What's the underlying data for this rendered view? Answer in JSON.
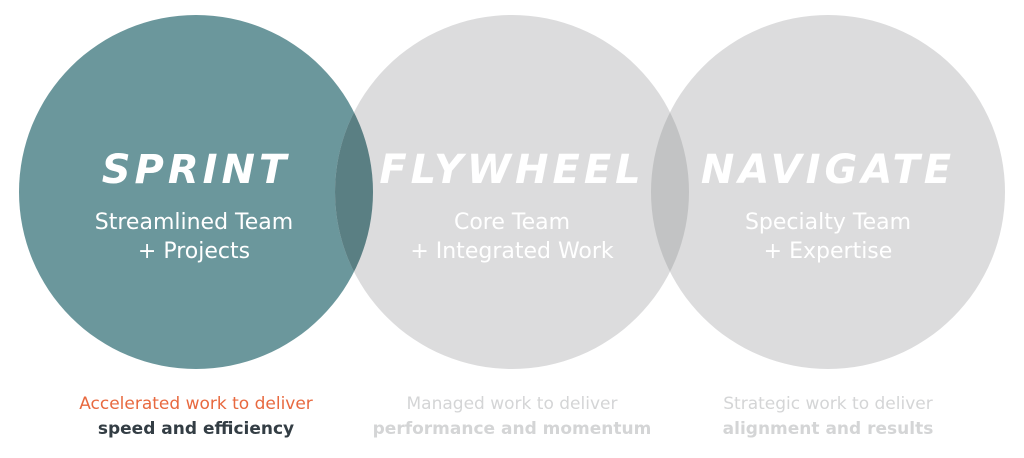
{
  "colors": {
    "sprint_fill": "#6b979c",
    "inactive_fill": "#dcdcdd",
    "overlap_active": "#5a7f83",
    "overlap_inactive": "#c2c3c4",
    "circle_text": "#ffffff",
    "sprint_caption_line1": "#e8693f",
    "sprint_caption_line2": "#333d44",
    "inactive_caption": "#d4d5d6"
  },
  "circles": [
    {
      "title": "SPRINT",
      "subtitle_line1": "Streamlined Team",
      "subtitle_line2": "+ Projects",
      "caption_line1": "Accelerated work to deliver",
      "caption_line2": "speed and efficiency",
      "active": true
    },
    {
      "title": "FLYWHEEL",
      "subtitle_line1": "Core Team",
      "subtitle_line2": "+ Integrated Work",
      "caption_line1": "Managed work to deliver",
      "caption_line2": "performance and momentum",
      "active": false
    },
    {
      "title": "NAVIGATE",
      "subtitle_line1": "Specialty Team",
      "subtitle_line2": "+ Expertise",
      "caption_line1": "Strategic work to deliver",
      "caption_line2": "alignment and results",
      "active": false
    }
  ]
}
